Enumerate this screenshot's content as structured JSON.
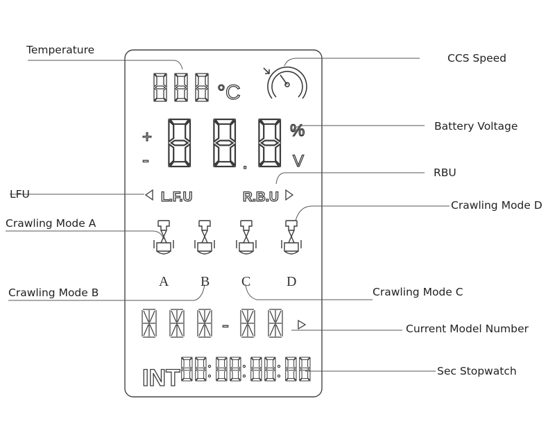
{
  "callouts": {
    "temperature": "Temperature",
    "ccs_speed": "CCS Speed",
    "battery_voltage": "Battery Voltage",
    "rbu": "RBU",
    "lfu": "LFU",
    "crawling_mode_d": "Crawling Mode D",
    "crawling_mode_a": "Crawling Mode A",
    "crawling_mode_b": "Crawling Mode B",
    "crawling_mode_c": "Crawling Mode C",
    "current_model_number": "Current Model Number",
    "sec_stopwatch": "Sec Stopwatch"
  },
  "lcd": {
    "temp_unit": "°C",
    "percent": "%",
    "volt_unit": "V",
    "plus": "+",
    "minus": "-",
    "decimal": ".",
    "lfu_label": "L.F.U",
    "rbu_label": "R.B.U",
    "mode_letters": [
      "A",
      "B",
      "C",
      "D"
    ],
    "int_label": "INT",
    "dash": "-"
  },
  "colors": {
    "segment": "#3a3a3a",
    "leader": "#555555",
    "text": "#222222"
  }
}
